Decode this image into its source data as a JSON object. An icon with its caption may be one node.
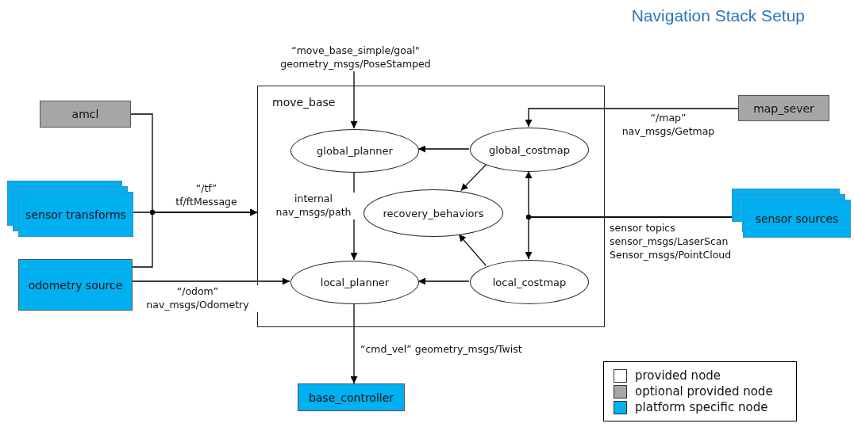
{
  "diagram": {
    "title": "Navigation Stack Setup",
    "nodes": [
      {
        "text": [
          "move_base"
        ]
      },
      {
        "text": [
          "global_planner"
        ],
        "in": 0
      },
      {
        "text": [
          "global_costmap"
        ],
        "in": 0
      },
      {
        "text": [
          "recovery_behaviors"
        ],
        "in": 0
      },
      {
        "text": [
          "local_planner"
        ],
        "in": 0
      },
      {
        "text": [
          "local_costmap"
        ],
        "in": 0
      },
      {
        "text": [
          "amcl"
        ]
      },
      {
        "text": [
          "sensor transforms"
        ]
      },
      {
        "text": [
          "odometry source"
        ]
      },
      {
        "text": [
          "map_sever"
        ]
      },
      {
        "text": [
          "sensor sources"
        ]
      },
      {
        "text": [
          "base_controller"
        ]
      }
    ],
    "edges": [
      {
        "from": null,
        "to": 1,
        "arrow": "to",
        "label": "“move_base_simple/goal\" geometry_msgs/PoseStamped"
      },
      {
        "from": 6,
        "to": 0,
        "arrow": "to"
      },
      {
        "from": 7,
        "to": 0,
        "arrow": "to",
        "label": "“/tf” tf/ftMessage"
      },
      {
        "from": 8,
        "to": 0,
        "arrow": "to"
      },
      {
        "from": 8,
        "to": 4,
        "arrow": "to",
        "label": "“/odom” nav_msgs/Odometry"
      },
      {
        "from": 2,
        "to": 1,
        "arrow": "to"
      },
      {
        "from": 2,
        "to": 3,
        "arrow": "to"
      },
      {
        "from": 1,
        "to": 4,
        "arrow": "to",
        "label": "internal nav_msgs/path"
      },
      {
        "from": 5,
        "to": 3,
        "arrow": "to"
      },
      {
        "from": 5,
        "to": 4,
        "arrow": "to"
      },
      {
        "from": 9,
        "to": 2,
        "arrow": "to",
        "label": "“/map” nav_msgs/Getmap"
      },
      {
        "from": 10,
        "to": 2,
        "arrow": "to",
        "label": "sensor topics sensor_msgs/LaserScan Sensor_msgs/PointCloud"
      },
      {
        "from": 10,
        "to": 5,
        "arrow": "to"
      },
      {
        "from": 4,
        "to": 11,
        "arrow": "to",
        "label": "“cmd_vel” geometry_msgs/Twist"
      }
    ],
    "legend": [
      {
        "text": "provided node",
        "color": "#ffffff"
      },
      {
        "text": "optional provided node",
        "color": "#a6a6a6"
      },
      {
        "text": "platform specific node",
        "color": "#00b0f0"
      }
    ]
  }
}
